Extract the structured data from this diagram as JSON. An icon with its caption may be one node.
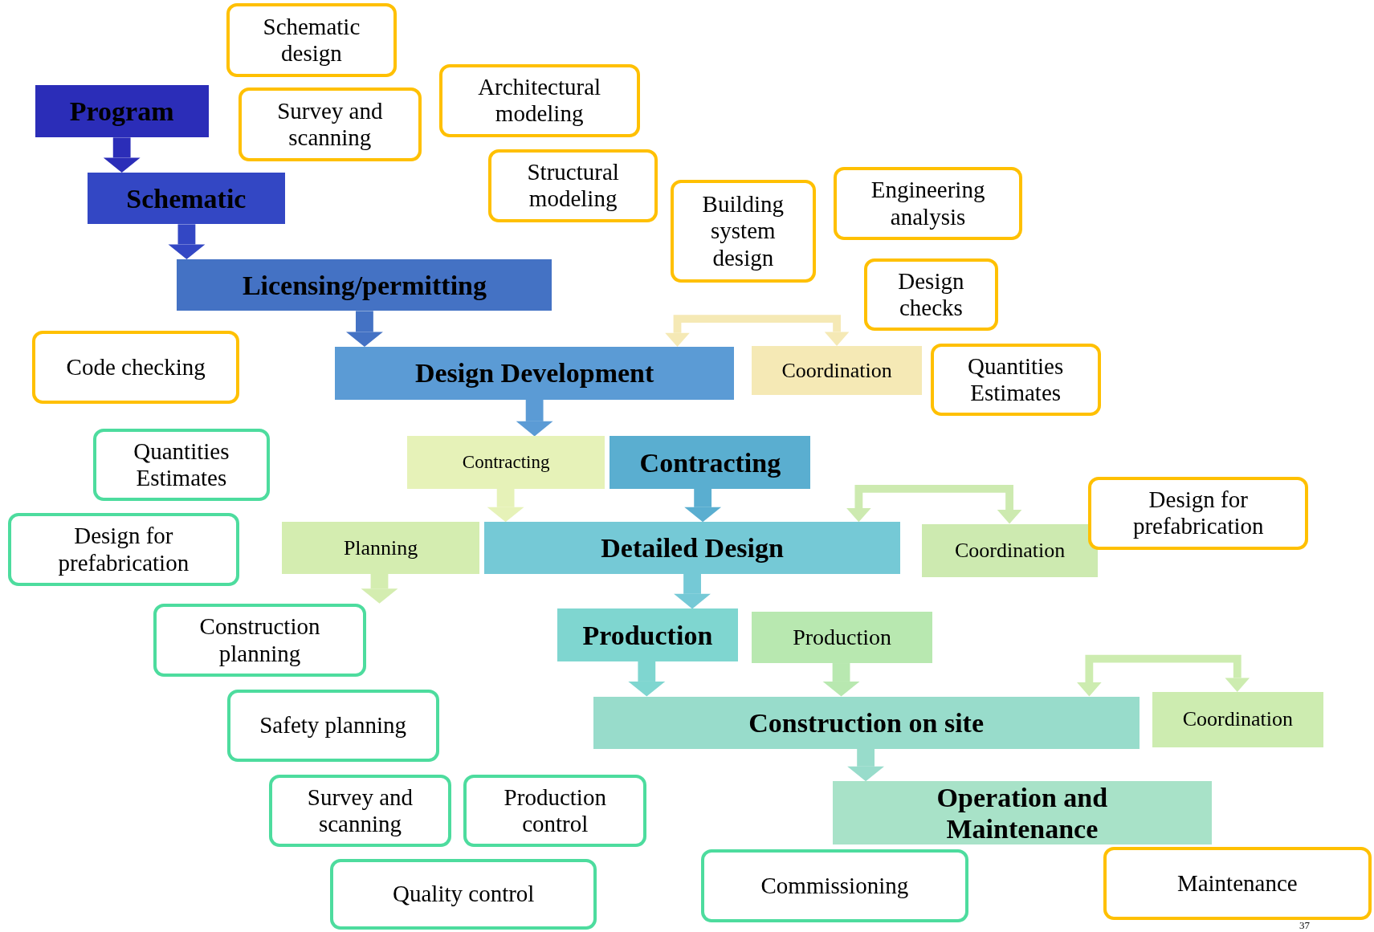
{
  "diagram": {
    "nodes": [
      {
        "text": [
          "Program"
        ]
      },
      {
        "text": [
          "Schematic"
        ]
      },
      {
        "text": [
          "Licensing/permitting"
        ]
      },
      {
        "text": [
          "Design Development"
        ]
      },
      {
        "text": [
          "Contracting"
        ]
      },
      {
        "text": [
          "Detailed Design"
        ]
      },
      {
        "text": [
          "Production"
        ]
      },
      {
        "text": [
          "Construction on site"
        ]
      },
      {
        "text": [
          "Operation and Maintenance"
        ]
      },
      {
        "text": [
          "Coordination"
        ]
      },
      {
        "text": [
          "Contracting"
        ]
      },
      {
        "text": [
          "Planning"
        ]
      },
      {
        "text": [
          "Coordination"
        ]
      },
      {
        "text": [
          "Production"
        ]
      },
      {
        "text": [
          "Coordination"
        ]
      },
      {
        "text": [
          "Schematic design"
        ]
      },
      {
        "text": [
          "Survey and scanning"
        ]
      },
      {
        "text": [
          "Architectural modeling"
        ]
      },
      {
        "text": [
          "Structural modeling"
        ]
      },
      {
        "text": [
          "Building system design"
        ]
      },
      {
        "text": [
          "Engineering analysis"
        ]
      },
      {
        "text": [
          "Design checks"
        ]
      },
      {
        "text": [
          "Quantities Estimates"
        ]
      },
      {
        "text": [
          "Code checking"
        ]
      },
      {
        "text": [
          "Design for prefabrication"
        ]
      },
      {
        "text": [
          "Maintenance"
        ]
      },
      {
        "text": [
          "Quantities Estimates"
        ]
      },
      {
        "text": [
          "Design for prefabrication"
        ]
      },
      {
        "text": [
          "Construction planning"
        ]
      },
      {
        "text": [
          "Safety planning"
        ]
      },
      {
        "text": [
          "Survey and scanning"
        ]
      },
      {
        "text": [
          "Production control"
        ]
      },
      {
        "text": [
          "Quality control"
        ]
      },
      {
        "text": [
          "Commissioning"
        ]
      }
    ],
    "edges": [
      {
        "from": 0,
        "to": 1,
        "arrow": "to",
        "color": "#2b2db8"
      },
      {
        "from": 1,
        "to": 2,
        "arrow": "to",
        "color": "#3347c4"
      },
      {
        "from": 2,
        "to": 3,
        "arrow": "to",
        "color": "#4472c4"
      },
      {
        "from": 3,
        "to": 10,
        "arrow": "to",
        "color": "#5b9bd5"
      },
      {
        "from": 10,
        "to": 5,
        "arrow": "to",
        "color": "#e6f2b8"
      },
      {
        "from": 4,
        "to": 5,
        "arrow": "to",
        "color": "#5aaed0"
      },
      {
        "from": 11,
        "to": 28,
        "arrow": "to",
        "color": "#d4edb0"
      },
      {
        "from": 5,
        "to": 6,
        "arrow": "to",
        "color": "#75c9d6"
      },
      {
        "from": 6,
        "to": 7,
        "arrow": "to",
        "color": "#7fd6d0"
      },
      {
        "from": 13,
        "to": 7,
        "arrow": "to",
        "color": "#b8e8b0"
      },
      {
        "from": 7,
        "to": 8,
        "arrow": "to",
        "color": "#98dccb"
      },
      {
        "from": 9,
        "to": 3,
        "arrow": "both",
        "color": "#f5e9b5"
      },
      {
        "from": 12,
        "to": 5,
        "arrow": "both",
        "color": "#cdeab0"
      },
      {
        "from": 14,
        "to": 7,
        "arrow": "both",
        "color": "#cdecb0"
      }
    ],
    "labels": [
      "37"
    ]
  }
}
